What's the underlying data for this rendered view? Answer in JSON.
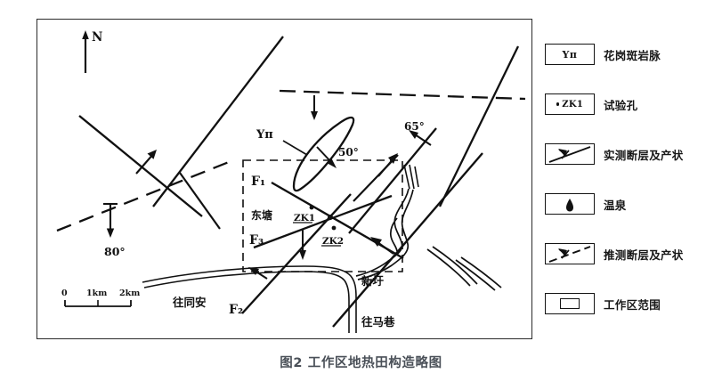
{
  "figure": {
    "caption": "图2 工作区地热田构造略图",
    "north_label": "N"
  },
  "map": {
    "scale_bar": {
      "tick_0": "0",
      "tick_1": "1km",
      "tick_2": "2km"
    },
    "annotations": {
      "dip_80": "80°",
      "dip_50": "50°",
      "dip_65": "65°",
      "dike_label": "Υπ",
      "fault_f1": "F₁",
      "fault_f2": "F₂",
      "fault_f3": "F₃",
      "borehole_zk1": "ZK1",
      "borehole_zk2": "ZK2",
      "place_dongtang": "东塘",
      "place_xinxu": "新圩",
      "road_to_tongan": "往同安",
      "road_to_maxiang": "往马巷"
    }
  },
  "legend": {
    "items": [
      {
        "symbol": "granite-porphyry-dike",
        "symbol_text": "Υπ",
        "label": "花岗斑岩脉"
      },
      {
        "symbol": "borehole",
        "symbol_text": "ZK1",
        "label": "试验孔"
      },
      {
        "symbol": "measured-fault",
        "symbol_text": "",
        "label": "实测断层及产状"
      },
      {
        "symbol": "hot-spring",
        "symbol_text": "",
        "label": "温泉"
      },
      {
        "symbol": "inferred-fault",
        "symbol_text": "",
        "label": "推测断层及产状"
      },
      {
        "symbol": "work-area-extent",
        "symbol_text": "",
        "label": "工作区范围"
      }
    ]
  },
  "colors": {
    "frame": "#2b2b2b",
    "ink": "#111111",
    "caption": "#4a5058",
    "background": "#ffffff"
  }
}
